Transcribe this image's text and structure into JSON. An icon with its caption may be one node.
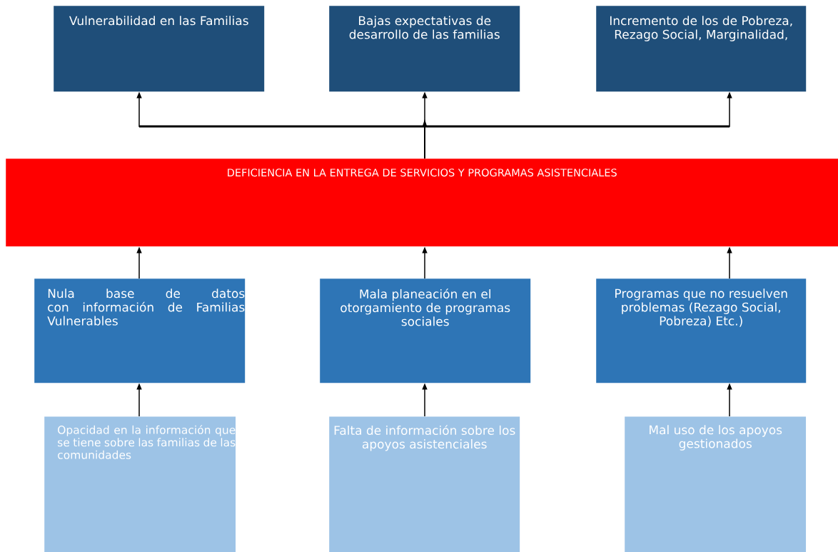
{
  "diagram": {
    "nodes": [
      {
        "text": [
          "Vulnerabilidad en las Familias"
        ]
      },
      {
        "text": [
          "Bajas expectativas de desarrollo de las familias"
        ]
      },
      {
        "text": [
          "Incremento de los de Pobreza, Rezago Social, Marginalidad,"
        ]
      },
      {
        "text": [
          "DEFICIENCIA EN LA ENTREGA DE SERVICIOS Y PROGRAMAS ASISTENCIALES"
        ]
      },
      {
        "text": [
          "Nula base de datos con información de Familias Vulnerables"
        ]
      },
      {
        "text": [
          "Mala planeación en el otorgamiento de programas sociales"
        ]
      },
      {
        "text": [
          "Programas que no resuelven problemas (Rezago Social, Pobreza) Etc.)"
        ]
      },
      {
        "text": [
          "Opacidad en la información que se tiene sobre las familias de las comunidades"
        ]
      },
      {
        "text": [
          "Falta de información sobre los apoyos asistenciales"
        ]
      },
      {
        "text": [
          "Mal uso de los apoyos gestionados"
        ]
      }
    ],
    "edges": [
      {
        "from": 3,
        "to": 0,
        "arrow": "to"
      },
      {
        "from": 3,
        "to": 1,
        "arrow": "to"
      },
      {
        "from": 3,
        "to": 2,
        "arrow": "to"
      },
      {
        "from": 4,
        "to": 3,
        "arrow": "to"
      },
      {
        "from": 5,
        "to": 3,
        "arrow": "to"
      },
      {
        "from": 6,
        "to": 3,
        "arrow": "to"
      },
      {
        "from": 7,
        "to": 4,
        "arrow": "to"
      },
      {
        "from": 8,
        "to": 5,
        "arrow": "to"
      },
      {
        "from": 9,
        "to": 6,
        "arrow": "to"
      }
    ]
  }
}
